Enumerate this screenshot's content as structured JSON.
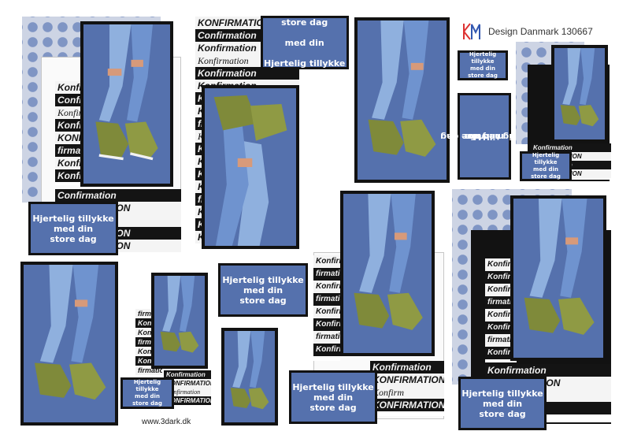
{
  "header": {
    "logo_text": "KM",
    "brand": "Design Danmark 130667"
  },
  "footer": {
    "website": "www.3dark.dk"
  },
  "greeting": {
    "line1": "Hjertelig tillykke",
    "line2": "med din",
    "line3": "store dag"
  },
  "words": {
    "konfirmation": "Konfirmation",
    "konfirmation_caps": "KONFIRMATION",
    "konfirmation_short": "Konfirm",
    "firmation": "firmation",
    "confirmation": "Confirmation"
  },
  "colors": {
    "denim": "#5571ad",
    "frame": "#121212",
    "dots_light": "#cdd4e4",
    "dots_dark": "#7f95c4"
  }
}
